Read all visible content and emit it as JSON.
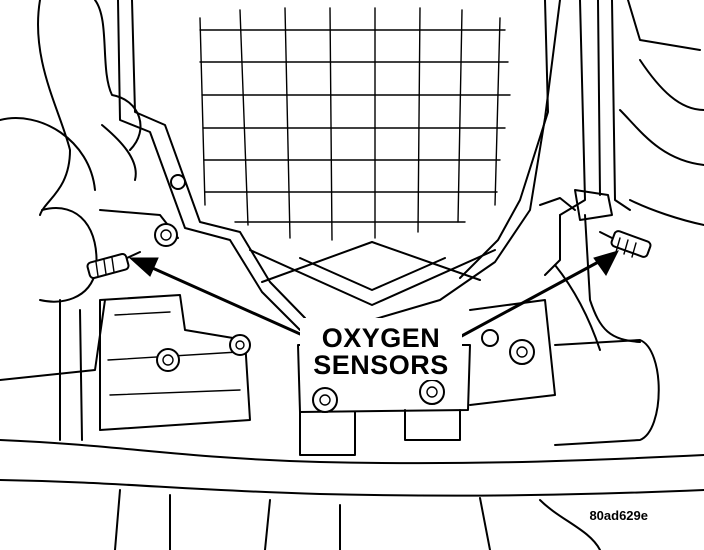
{
  "callout": {
    "line1": "OXYGEN",
    "line2": "SENSORS"
  },
  "figure_id": "80ad629e",
  "colors": {
    "ink": "#000000",
    "paper": "#ffffff"
  }
}
